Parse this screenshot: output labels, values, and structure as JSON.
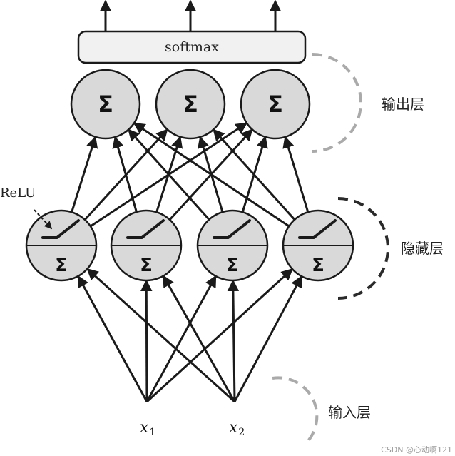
{
  "layers": {
    "output": {
      "label": "输出层",
      "node_count": 3,
      "node_symbol": "Σ"
    },
    "hidden": {
      "label": "隐藏层",
      "node_count": 4,
      "node_symbol": "Σ",
      "activation_label": "ReLU"
    },
    "input": {
      "label": "输入层",
      "nodes": [
        {
          "var": "x",
          "sub": "1"
        },
        {
          "var": "x",
          "sub": "2"
        }
      ]
    }
  },
  "softmax": {
    "label": "softmax"
  },
  "watermark": "CSDN @心动啊121",
  "colors": {
    "node_fill": "#d9d9d9",
    "softmax_fill": "#f1f1f1",
    "stroke": "#1a1a1a",
    "output_bracket": "#aaaaaa",
    "hidden_bracket": "#2a2a2a",
    "input_bracket": "#aaaaaa"
  }
}
